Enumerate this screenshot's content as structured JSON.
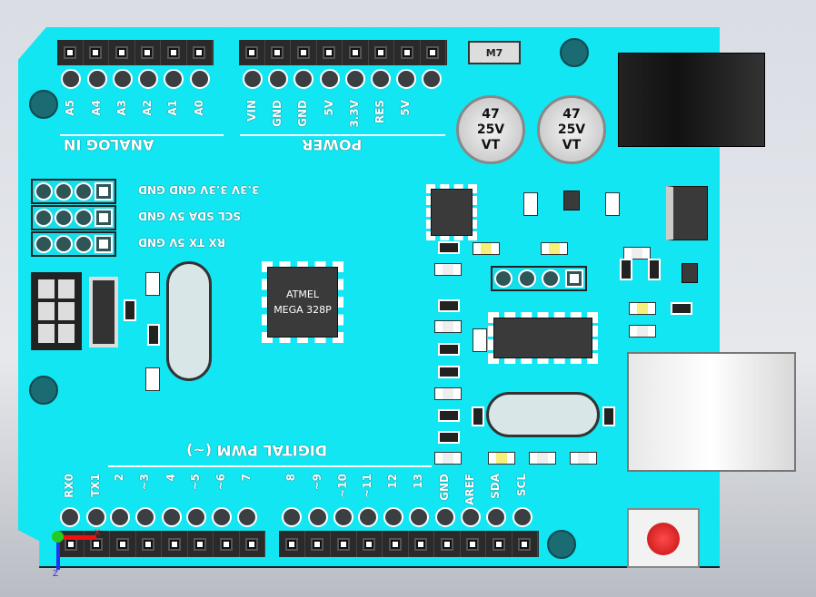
{
  "board": {
    "color": "#12e6f2"
  },
  "analog": {
    "title": "ANALOG IN",
    "pins": [
      "A5",
      "A4",
      "A3",
      "A2",
      "A1",
      "A0"
    ]
  },
  "power": {
    "title": "POWER",
    "pins": [
      "VIN",
      "GND",
      "GND",
      "5V",
      "3.3V",
      "RES",
      "5V"
    ]
  },
  "digital": {
    "title": "DIGITAL PWM (~)",
    "pins": [
      "RX0",
      "TX1",
      "2",
      "~3",
      "4",
      "~5",
      "~6",
      "7",
      "8",
      "~9",
      "~10",
      "~11",
      "12",
      "13",
      "GND",
      "AREF",
      "SDA",
      "SCL"
    ]
  },
  "i2c_rows": [
    "3.3V 3.3V GND GND",
    "SCL SDA 5V GND",
    "RX TX 5V GND"
  ],
  "mcu": {
    "line1": "ATMEL",
    "line2": "MEGA 328P"
  },
  "caps": [
    {
      "value": "47",
      "voltage": "25V",
      "series": "VT"
    },
    {
      "value": "47",
      "voltage": "25V",
      "series": "VT"
    }
  ],
  "diode": "M7",
  "axis": {
    "x": "X",
    "z": "Z"
  }
}
